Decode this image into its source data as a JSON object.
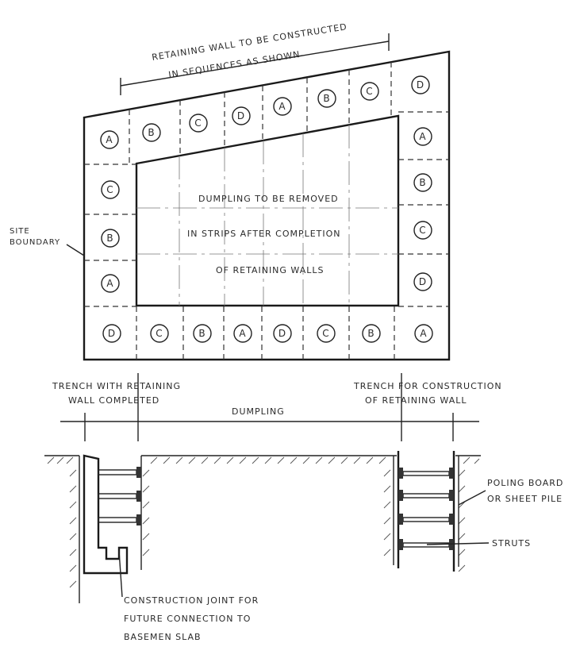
{
  "plan": {
    "title_line1": "RETAINING WALL TO BE CONSTRUCTED",
    "title_line2": "IN SEQUENCES AS SHOWN",
    "site_boundary_line1": "SITE",
    "site_boundary_line2": "BOUNDARY",
    "dumpling_line1": "DUMPLING TO BE REMOVED",
    "dumpling_line2": "IN STRIPS AFTER COMPLETION",
    "dumpling_line3": "OF RETAINING WALLS",
    "top_row": [
      "A",
      "B",
      "C",
      "D",
      "A",
      "B",
      "C",
      "D"
    ],
    "left_column": [
      "C",
      "B",
      "A"
    ],
    "right_column": [
      "A",
      "B",
      "C",
      "D"
    ],
    "bottom_row": [
      "D",
      "C",
      "B",
      "A",
      "D",
      "C",
      "B",
      "A"
    ]
  },
  "section": {
    "trench_left_line1": "TRENCH WITH RETAINING",
    "trench_left_line2": "WALL COMPLETED",
    "dumpling_label": "DUMPLING",
    "trench_right_line1": "TRENCH FOR CONSTRUCTION",
    "trench_right_line2": "OF RETAINING WALL",
    "poling_line1": "POLING BOARD",
    "poling_line2": "OR SHEET PILE",
    "struts_label": "STRUTS",
    "joint_line1": "CONSTRUCTION JOINT FOR",
    "joint_line2": "FUTURE CONNECTION TO",
    "joint_line3": "BASEMEN SLAB"
  }
}
